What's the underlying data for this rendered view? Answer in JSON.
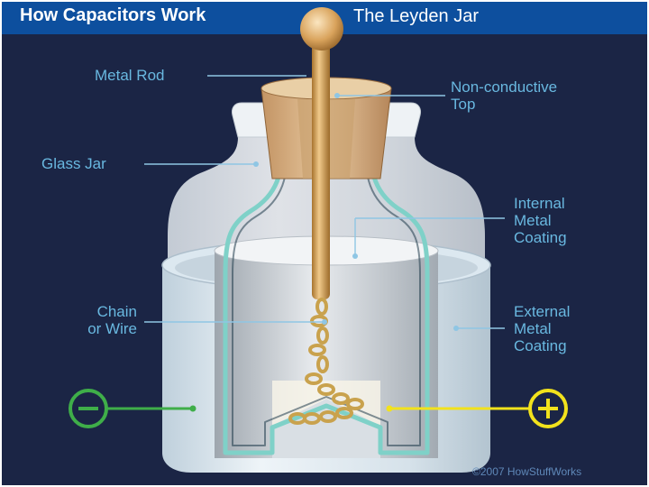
{
  "header": {
    "title": "How Capacitors Work",
    "subtitle": "The Leyden Jar"
  },
  "labels": {
    "metal_rod": "Metal Rod",
    "non_conductive_top_1": "Non-conductive",
    "non_conductive_top_2": "Top",
    "glass_jar": "Glass Jar",
    "internal_coating_1": "Internal",
    "internal_coating_2": "Metal",
    "internal_coating_3": "Coating",
    "chain_1": "Chain",
    "chain_2": "or Wire",
    "external_coating_1": "External",
    "external_coating_2": "Metal",
    "external_coating_3": "Coating"
  },
  "terminals": {
    "negative_symbol": "−",
    "positive_symbol": "+",
    "negative_color": "#3fae49",
    "positive_color": "#f2e21c"
  },
  "credit": "©2007 HowStuffWorks",
  "colors": {
    "background": "#1b2545",
    "header": "#0d4f9e",
    "label_text": "#69b8e0",
    "rod": "#d9a35c",
    "cork": "#d8b48a",
    "coating": "#b9c0c8",
    "glass_edge": "#7fd1c8"
  }
}
